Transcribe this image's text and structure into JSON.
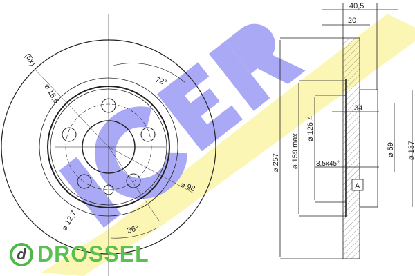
{
  "logo": {
    "text": "ICER",
    "colors": {
      "yellow": "#fbf6b4",
      "blue": "#a9a9f5"
    }
  },
  "watermark": {
    "letter": "d",
    "text": "DROSSEL",
    "color": "#5cc050"
  },
  "front_view": {
    "holes_count": "(5x)",
    "hole_diameter": "⌀ 16,5",
    "angle_top": "72°",
    "pcd": "⌀ 98",
    "small_hole": "⌀ 12,7",
    "angle_bottom": "36°"
  },
  "section_view": {
    "overall_width": "40,5",
    "disc_thickness": "20",
    "outer_diameter": "⌀ 257",
    "max_diameter": "⌀ 159 max.",
    "inner_diameter": "⌀ 126,4",
    "chamfer": "3,5x45°",
    "hat_depth": "34",
    "bore": "⌀ 59",
    "hat_diameter": "⌀ 137",
    "datum": "A"
  }
}
